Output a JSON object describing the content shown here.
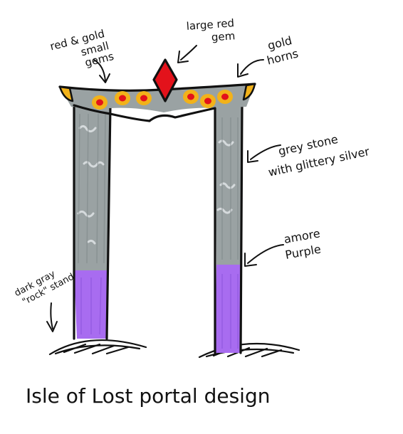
{
  "title": "Isle of Lost portal design",
  "annotations": {
    "small_gems": [
      "red & gold",
      "small",
      "gems"
    ],
    "large_gem": [
      "large red",
      "gem"
    ],
    "horns": [
      "gold",
      "horns"
    ],
    "stone": [
      "grey stone",
      "with glittery silver"
    ],
    "purple": [
      "amore",
      "Purple"
    ],
    "stand": [
      "dark gray",
      "\"rock\" stand"
    ]
  },
  "colors": {
    "stone": "#9aa2a3",
    "stone_dark": "#7f8889",
    "glitter": "#d9dde0",
    "gem_red": "#e3121b",
    "gold": "#f2b21a",
    "purple": "#a86cf0",
    "ink": "#111111"
  }
}
